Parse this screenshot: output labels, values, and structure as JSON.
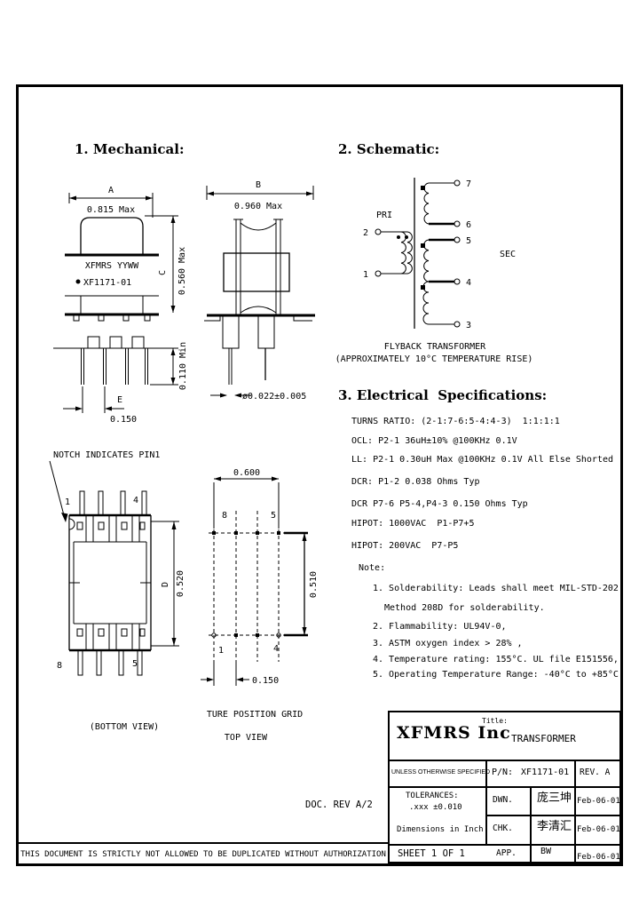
{
  "page": {
    "disclaimer": "THIS DOCUMENT IS STRICTLY NOT ALLOWED TO BE DUPLICATED WITHOUT AUTHORIZATION",
    "doc_rev": "DOC. REV A/2"
  },
  "sections": {
    "mechanical_heading": "1. Mechanical:",
    "schematic_heading": "2. Schematic:",
    "electrical_heading": "3. Electrical  Specifications:"
  },
  "mechanical": {
    "front_view": {
      "dim_a_letter": "A",
      "dim_a_value": "0.815 Max",
      "marking_line1": "XFMRS YYWW",
      "marking_line2": "XF1171-01",
      "dim_c_letter": "C",
      "dim_c_value": "0.560 Max",
      "dim_standoff_value": "0.110 Min",
      "dim_e_letter": "E",
      "dim_e_value": "0.150"
    },
    "side_view": {
      "dim_b_letter": "B",
      "dim_b_value": "0.960 Max",
      "dim_pin_dia_value": "ø0.022±0.005"
    },
    "bottom_view": {
      "notch_callout": "NOTCH INDICATES PIN1",
      "pin_top_left": "1",
      "pin_top_right": "4",
      "pin_bottom_left": "8",
      "pin_bottom_right": "5",
      "dim_d_letter": "D",
      "dim_d_value": "0.520",
      "caption": "(BOTTOM VIEW)"
    },
    "position_grid": {
      "dim_width_value": "0.600",
      "dim_height_value": "0.510",
      "dim_pitch_value": "0.150",
      "pin_top_left": "8",
      "pin_top_right": "5",
      "pin_bottom_left": "1",
      "pin_bottom_right": "4",
      "caption_line1": "TURE POSITION GRID",
      "caption_line2": "TOP VIEW"
    }
  },
  "schematic": {
    "pri_label": "PRI",
    "sec_label": "SEC",
    "pin1": "1",
    "pin2": "2",
    "pin3": "3",
    "pin4": "4",
    "pin5": "5",
    "pin6": "6",
    "pin7": "7",
    "caption_line1": "FLYBACK TRANSFORMER",
    "caption_line2": "(APPROXIMATELY 10°C TEMPERATURE RISE)"
  },
  "electrical": {
    "specs": [
      "TURNS RATIO: (2-1:7-6:5-4:4-3)  1:1:1:1",
      "OCL: P2-1 36uH±10% @100KHz 0.1V",
      "LL: P2-1 0.30uH Max @100KHz 0.1V All Else Shorted",
      "DCR: P1-2 0.038 Ohms Typ",
      "DCR P7-6 P5-4,P4-3 0.150 Ohms Typ",
      "HIPOT: 1000VAC  P1-P7+5",
      "HIPOT: 200VAC  P7-P5"
    ],
    "note_label": "Note:",
    "notes": [
      "1. Solderability: Leads shall meet MIL-STD-202,",
      "Method 208D for solderability.",
      "2. Flammability: UL94V-0,",
      "3. ASTM oxygen index > 28% ,",
      "4. Temperature rating: 155°C. UL file E151556,",
      "5. Operating Temperature Range: -40°C to +85°C"
    ]
  },
  "title_block": {
    "company": "XFMRS Inc",
    "title_label": "Title:",
    "title_value": "TRANSFORMER",
    "unless_note": "UNLESS OTHERWISE SPECIFIED",
    "pn_label": "P/N:",
    "pn_value": "XF1171-01",
    "rev": "REV. A",
    "tolerances_label": "TOLERANCES:",
    "tolerances_value": ".xxx ±0.010",
    "dimensions_note": "Dimensions in Inch",
    "sheet": "SHEET 1 OF 1",
    "dwn_label": "DWN.",
    "dwn_sign": "庞三坤",
    "dwn_date": "Feb-06-01",
    "chk_label": "CHK.",
    "chk_sign": "李清汇",
    "chk_date": "Feb-06-01",
    "app_label": "APP.",
    "app_sign": "BW",
    "app_date": "Feb-06-01"
  }
}
